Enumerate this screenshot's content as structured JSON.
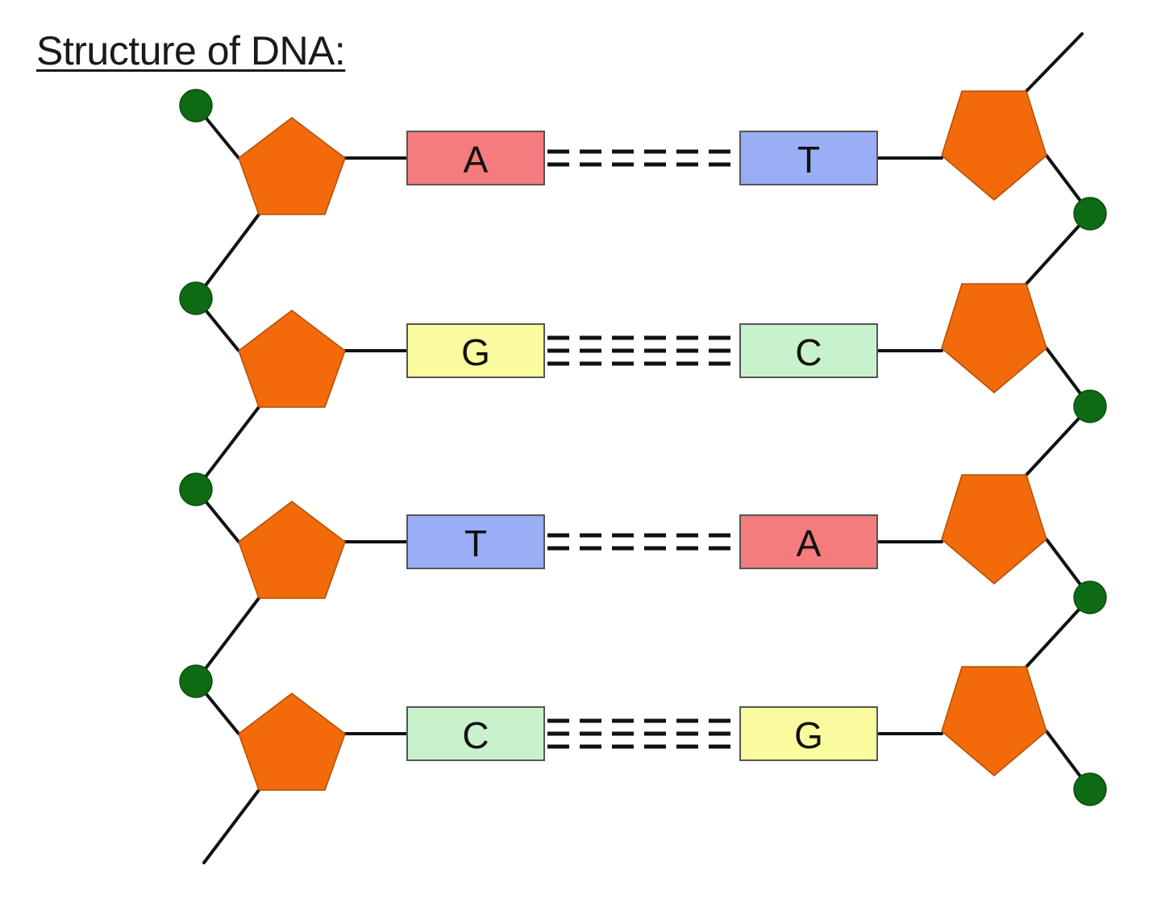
{
  "title": "Structure of DNA:",
  "colors": {
    "A": "#f47b7e",
    "T": "#99aef5",
    "G": "#fafa9e",
    "C": "#c8f2cc",
    "sugar": "#f26a0a",
    "phosphate": "#0e6a13",
    "line": "#111111"
  },
  "pairs": [
    {
      "left": "A",
      "right": "T",
      "hydrogen_bonds": 2
    },
    {
      "left": "G",
      "right": "C",
      "hydrogen_bonds": 3
    },
    {
      "left": "T",
      "right": "A",
      "hydrogen_bonds": 2
    },
    {
      "left": "C",
      "right": "G",
      "hydrogen_bonds": 3
    }
  ]
}
